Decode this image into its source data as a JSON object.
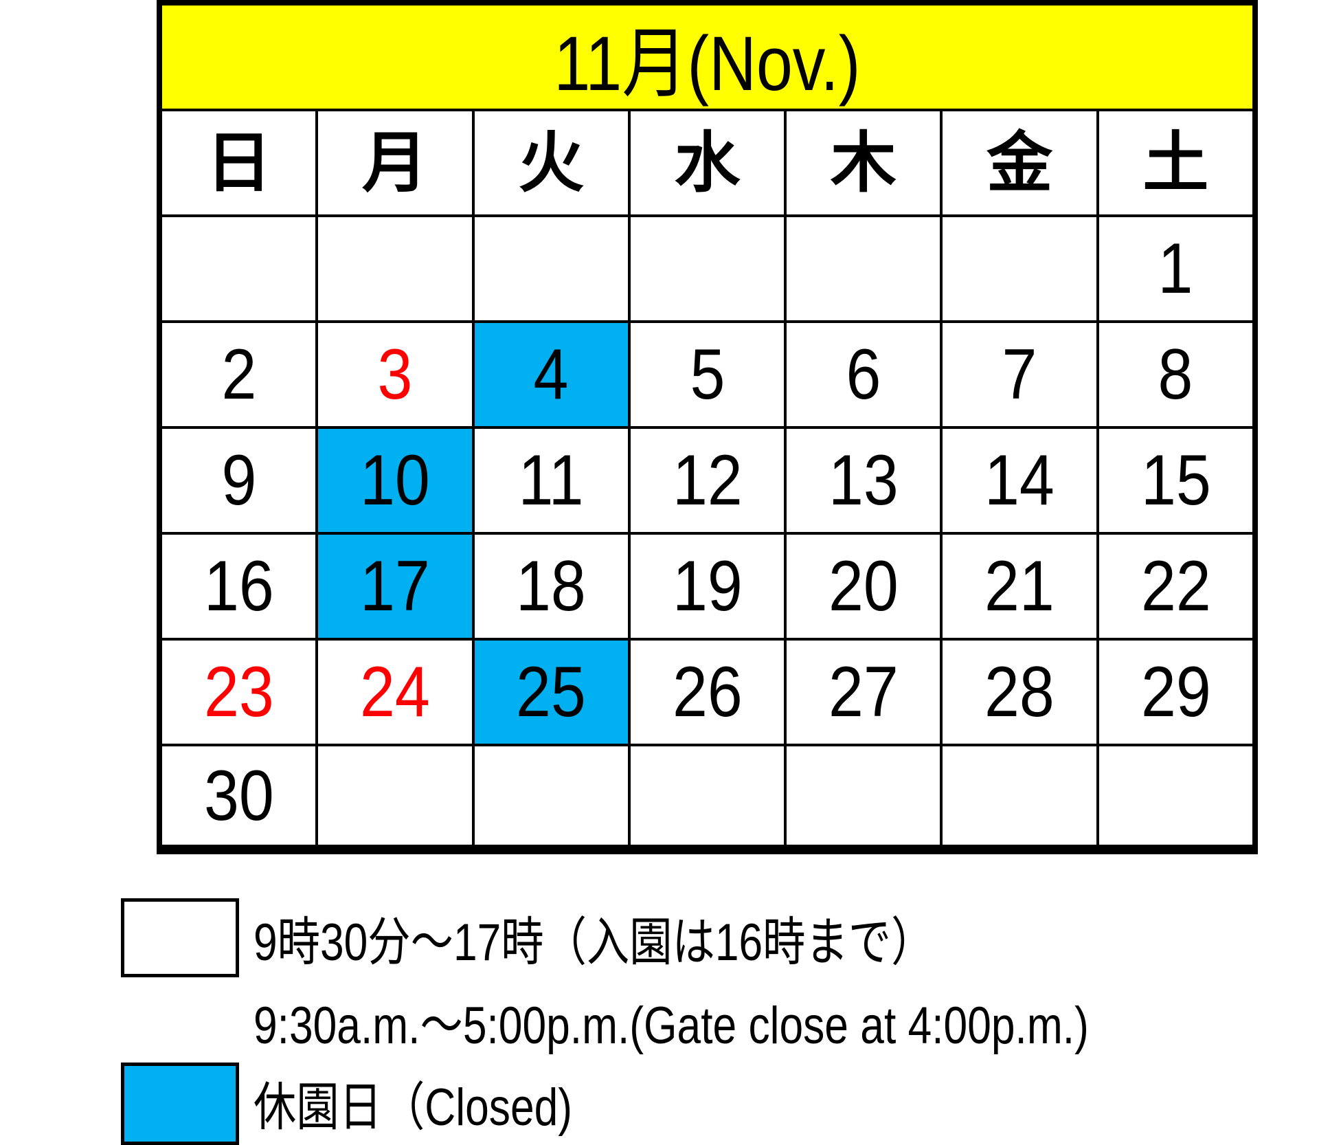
{
  "title": "11月(Nov.)",
  "weekdays": [
    "日",
    "月",
    "火",
    "水",
    "木",
    "金",
    "土"
  ],
  "colors": {
    "title_bg": "#FFFF00",
    "closed": "#00B0F0",
    "holiday": "#FF0000"
  },
  "weeks": [
    [
      {
        "day": ""
      },
      {
        "day": ""
      },
      {
        "day": ""
      },
      {
        "day": ""
      },
      {
        "day": ""
      },
      {
        "day": ""
      },
      {
        "day": "1"
      }
    ],
    [
      {
        "day": "2"
      },
      {
        "day": "3",
        "holiday": true
      },
      {
        "day": "4",
        "closed": true
      },
      {
        "day": "5"
      },
      {
        "day": "6"
      },
      {
        "day": "7"
      },
      {
        "day": "8"
      }
    ],
    [
      {
        "day": "9"
      },
      {
        "day": "10",
        "closed": true
      },
      {
        "day": "11"
      },
      {
        "day": "12"
      },
      {
        "day": "13"
      },
      {
        "day": "14"
      },
      {
        "day": "15"
      }
    ],
    [
      {
        "day": "16"
      },
      {
        "day": "17",
        "closed": true
      },
      {
        "day": "18"
      },
      {
        "day": "19"
      },
      {
        "day": "20"
      },
      {
        "day": "21"
      },
      {
        "day": "22"
      }
    ],
    [
      {
        "day": "23",
        "holiday": true
      },
      {
        "day": "24",
        "holiday": true
      },
      {
        "day": "25",
        "closed": true
      },
      {
        "day": "26"
      },
      {
        "day": "27"
      },
      {
        "day": "28"
      },
      {
        "day": "29"
      }
    ],
    [
      {
        "day": "30"
      },
      {
        "day": ""
      },
      {
        "day": ""
      },
      {
        "day": ""
      },
      {
        "day": ""
      },
      {
        "day": ""
      },
      {
        "day": ""
      }
    ]
  ],
  "legend": {
    "open_ja": "9時30分～17時（入園は16時まで）",
    "open_en": "9:30a.m.～5:00p.m.(Gate close at 4:00p.m.)",
    "closed": "休園日（Closed)"
  }
}
